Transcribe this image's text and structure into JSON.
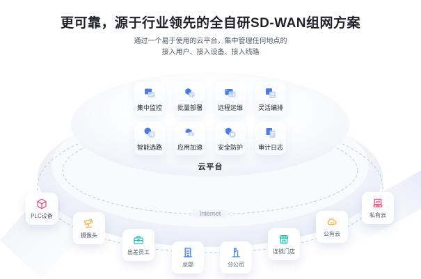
{
  "header": {
    "title": "更可靠，源于行业领先的全自研SD-WAN组网方案",
    "subtitle_line1": "通过一个易于使用的云平台，集中管理任何地点的",
    "subtitle_line2": "接入用户、接入设备、接入线路"
  },
  "platform": {
    "label": "云平台",
    "network_label": "Internet",
    "features": [
      {
        "label": "集中监控",
        "icon": "monitoring-icon"
      },
      {
        "label": "批量部署",
        "icon": "batch-deploy-icon"
      },
      {
        "label": "远程运维",
        "icon": "remote-ops-icon"
      },
      {
        "label": "灵活编排",
        "icon": "orchestration-icon"
      },
      {
        "label": "智能选路",
        "icon": "smart-routing-icon"
      },
      {
        "label": "应用加速",
        "icon": "app-acceleration-icon"
      },
      {
        "label": "安全防护",
        "icon": "security-shield-icon"
      },
      {
        "label": "审计日志",
        "icon": "audit-log-icon"
      }
    ]
  },
  "endpoints": [
    {
      "label": "PLC设备",
      "icon": "cube-icon",
      "color": "#e9547f"
    },
    {
      "label": "摄像头",
      "icon": "camera-icon",
      "color": "#f5a93c"
    },
    {
      "label": "出差员工",
      "icon": "briefcase-icon",
      "color": "#23c1b4"
    },
    {
      "label": "总部",
      "icon": "building-icon",
      "color": "#4a81e8"
    },
    {
      "label": "分公司",
      "icon": "building-flag-icon",
      "color": "#4a81e8"
    },
    {
      "label": "连锁门店",
      "icon": "storefront-icon",
      "color": "#23c1b4"
    },
    {
      "label": "公有云",
      "icon": "cloud-icon",
      "color": "#f5a93c"
    },
    {
      "label": "私有云",
      "icon": "server-icon",
      "color": "#e9547f"
    }
  ],
  "colors": {
    "title_text": "#1d2129",
    "subtitle_text": "#4e5969",
    "icon_blue_dark": "#4a7ce2",
    "icon_blue_light": "#c0d4f6",
    "platform_edge": "#e4e9f5",
    "dashed_ring": "#c3cde3"
  }
}
